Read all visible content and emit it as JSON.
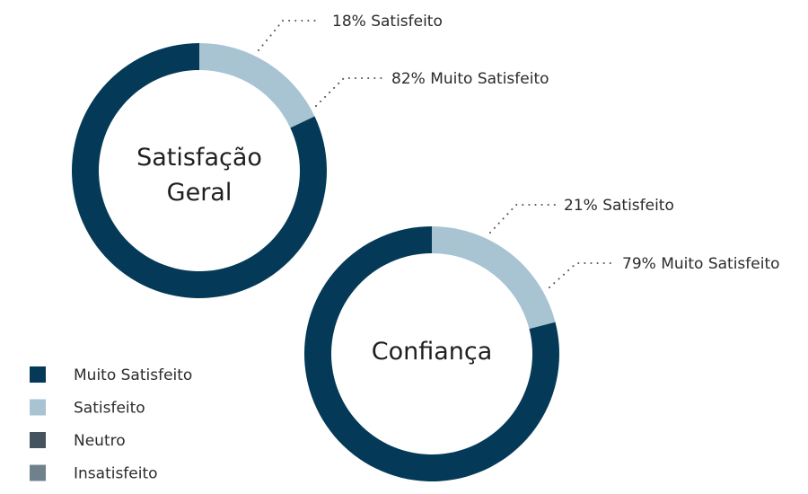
{
  "colors": {
    "muito_satisfeito": "#043a58",
    "satisfeito": "#a8c4d3",
    "neutro": "#45535f",
    "insatisfeito": "#6f818d",
    "dots": "#555555",
    "text": "#2b2b2b"
  },
  "chart_data": [
    {
      "type": "pie",
      "variant": "donut",
      "center_label": [
        "Satisfação",
        "Geral"
      ],
      "slices": [
        {
          "category": "Satisfeito",
          "value": 18,
          "label": "18% Satisfeito"
        },
        {
          "category": "Muito Satisfeito",
          "value": 82,
          "label": "82% Muito Satisfeito"
        }
      ]
    },
    {
      "type": "pie",
      "variant": "donut",
      "center_label": [
        "Confiança"
      ],
      "slices": [
        {
          "category": "Satisfeito",
          "value": 21,
          "label": "21% Satisfeito"
        },
        {
          "category": "Muito Satisfeito",
          "value": 79,
          "label": "79% Muito Satisfeito"
        }
      ]
    }
  ],
  "legend": {
    "position": "bottom-left",
    "items": [
      {
        "label": "Muito Satisfeito",
        "color_key": "muito_satisfeito"
      },
      {
        "label": "Satisfeito",
        "color_key": "satisfeito"
      },
      {
        "label": "Neutro",
        "color_key": "neutro"
      },
      {
        "label": "Insatisfeito",
        "color_key": "insatisfeito"
      }
    ]
  }
}
